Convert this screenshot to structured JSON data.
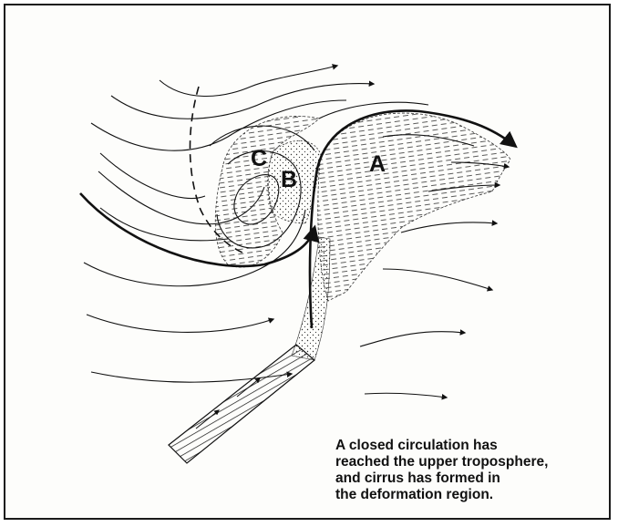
{
  "diagram": {
    "region_labels": {
      "a": "A",
      "b": "B",
      "c": "C"
    },
    "caption_lines": [
      "A closed circulation has",
      "reached the upper troposphere,",
      "and cirrus has formed in",
      "the deformation region."
    ]
  }
}
